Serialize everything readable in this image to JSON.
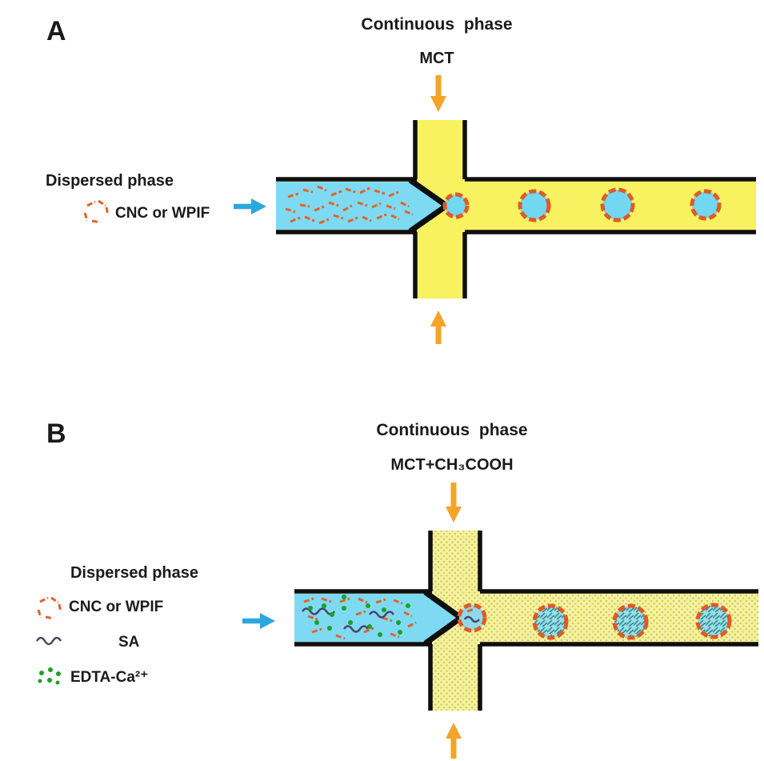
{
  "colors": {
    "channel_yellow": "#f8f160",
    "channel_yellow_dotted_bg": "#f4f1a2",
    "dot_color": "#cdc63e",
    "dispersed_blue": "#7edaf2",
    "outline_black": "#0f0f0f",
    "cnc_orange": "#e2622b",
    "droplet_border_orange": "#e05a24",
    "arrow_orange": "#f4a428",
    "arrow_blue": "#2ba7df",
    "sa_dark": "#4a4566",
    "edta_green": "#1f9e2c",
    "gel_teal": "#2f9488"
  },
  "panel_a": {
    "label": "A",
    "continuous_phase_title": "Continuous phase",
    "continuous_phase_name": "MCT",
    "dispersed_phase_title": "Dispersed phase",
    "legend": [
      {
        "icon": "cnc-rods-icon",
        "label": "CNC or WPIF"
      }
    ]
  },
  "panel_b": {
    "label": "B",
    "continuous_phase_title": "Continuous phase",
    "continuous_phase_name": "MCT+CH₃COOH",
    "dispersed_phase_title": "Dispersed phase",
    "legend": [
      {
        "icon": "cnc-rods-icon",
        "label": "CNC or WPIF"
      },
      {
        "icon": "sa-squiggle-icon",
        "label": "SA"
      },
      {
        "icon": "edta-dots-icon",
        "label": "EDTA-Ca²⁺"
      }
    ]
  }
}
